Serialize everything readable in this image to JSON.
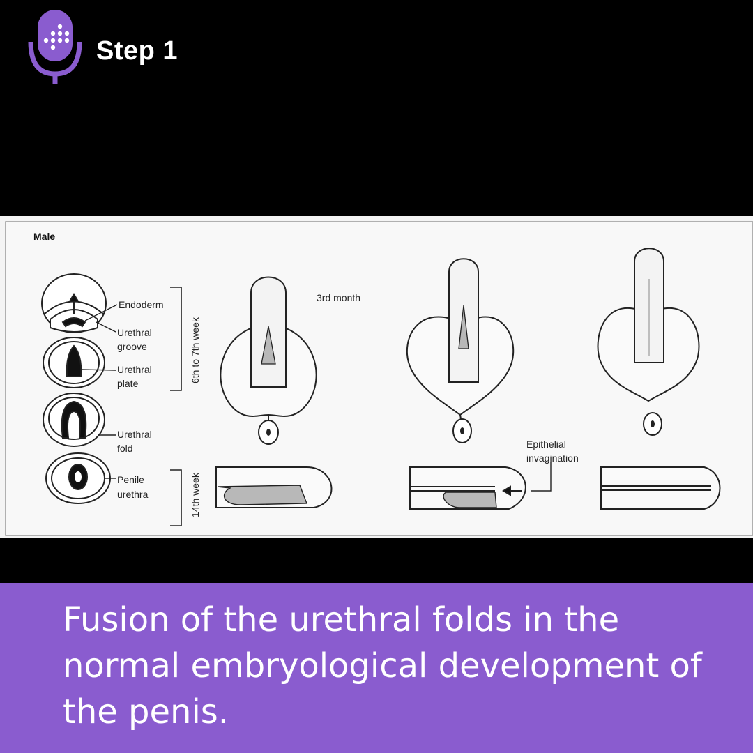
{
  "header": {
    "step_label": "Step 1",
    "brand_color": "#8a5ccf",
    "logo_icon": "podcast-microphone-icon"
  },
  "diagram": {
    "sex_label": "Male",
    "labels": {
      "endoderm": "Endoderm",
      "urethral_groove_1": "Urethral",
      "urethral_groove_2": "groove",
      "urethral_plate_1": "Urethral",
      "urethral_plate_2": "plate",
      "urethral_fold_1": "Urethral",
      "urethral_fold_2": "fold",
      "penile_urethra_1": "Penile",
      "penile_urethra_2": "urethra",
      "week_range_1": "6th to 7th week",
      "week_range_2": "14th week",
      "third_month": "3rd month",
      "epithelial_1": "Epithelial",
      "epithelial_2": "invagination"
    }
  },
  "caption": {
    "text": "Fusion of the urethral folds in the normal embryological development of the penis."
  }
}
